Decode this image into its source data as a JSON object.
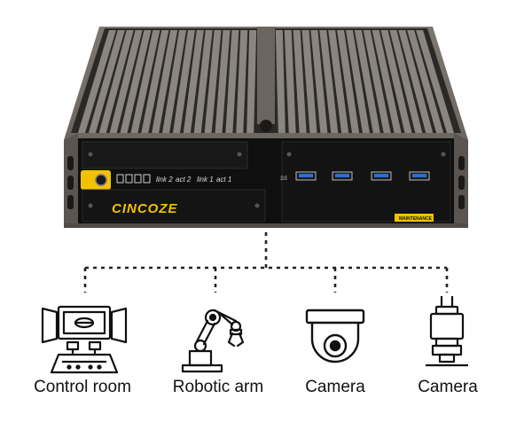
{
  "device": {
    "brand": "CINCOZE",
    "port_labels": [
      "link 2",
      "act 2",
      "link 1",
      "act 1"
    ],
    "usb_label": "SS",
    "maintenance_label": "MAINTENANCE"
  },
  "connections": [
    {
      "label": "Control room",
      "icon": "control-room-icon"
    },
    {
      "label": "Robotic arm",
      "icon": "robotic-arm-icon"
    },
    {
      "label": "Camera",
      "icon": "dome-camera-icon"
    },
    {
      "label": "Camera",
      "icon": "industrial-camera-icon"
    }
  ],
  "colors": {
    "chassis": "#6f6a64",
    "fins": "#2a2826",
    "front_panel": "#111111",
    "accent_yellow": "#f2c200",
    "usb_blue": "#2a6fd6",
    "line": "#222222"
  }
}
